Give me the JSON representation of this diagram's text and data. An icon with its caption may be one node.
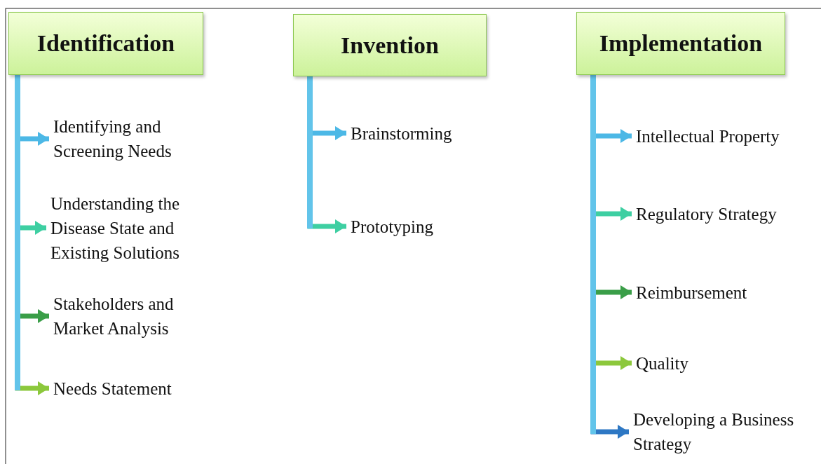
{
  "diagram": {
    "nodes": [
      {
        "text": [
          "Identification"
        ]
      },
      {
        "text": [
          "Identifying and Screening Needs"
        ]
      },
      {
        "text": [
          "Understanding the Disease State and Existing Solutions"
        ]
      },
      {
        "text": [
          "Stakeholders and Market Analysis"
        ]
      },
      {
        "text": [
          "Needs Statement"
        ]
      },
      {
        "text": [
          "Invention"
        ]
      },
      {
        "text": [
          "Brainstorming"
        ]
      },
      {
        "text": [
          "Prototyping"
        ]
      },
      {
        "text": [
          "Implementation"
        ]
      },
      {
        "text": [
          "Intellectual Property"
        ]
      },
      {
        "text": [
          "Regulatory Strategy"
        ]
      },
      {
        "text": [
          "Reimbursement"
        ]
      },
      {
        "text": [
          "Quality"
        ]
      },
      {
        "text": [
          "Developing a Business Strategy"
        ]
      }
    ],
    "edges": [
      {
        "from": 0,
        "to": 1,
        "arrow": "to"
      },
      {
        "from": 0,
        "to": 2,
        "arrow": "to",
        "color": "#3ecfa2"
      },
      {
        "from": 0,
        "to": 3,
        "arrow": "to",
        "color": "#3a9e48"
      },
      {
        "from": 0,
        "to": 4,
        "arrow": "to",
        "color": "#8cc83c"
      },
      {
        "from": 5,
        "to": 6,
        "arrow": "to"
      },
      {
        "from": 5,
        "to": 7,
        "arrow": "to",
        "color": "#3ecfa2"
      },
      {
        "from": 8,
        "to": 9,
        "arrow": "to"
      },
      {
        "from": 8,
        "to": 10,
        "arrow": "to",
        "color": "#3ecfa2"
      },
      {
        "from": 8,
        "to": 11,
        "arrow": "to",
        "color": "#3a9e48"
      },
      {
        "from": 8,
        "to": 12,
        "arrow": "to",
        "color": "#8cc83c"
      },
      {
        "from": 8,
        "to": 13,
        "arrow": "to",
        "color": "#2e78c4"
      }
    ]
  }
}
